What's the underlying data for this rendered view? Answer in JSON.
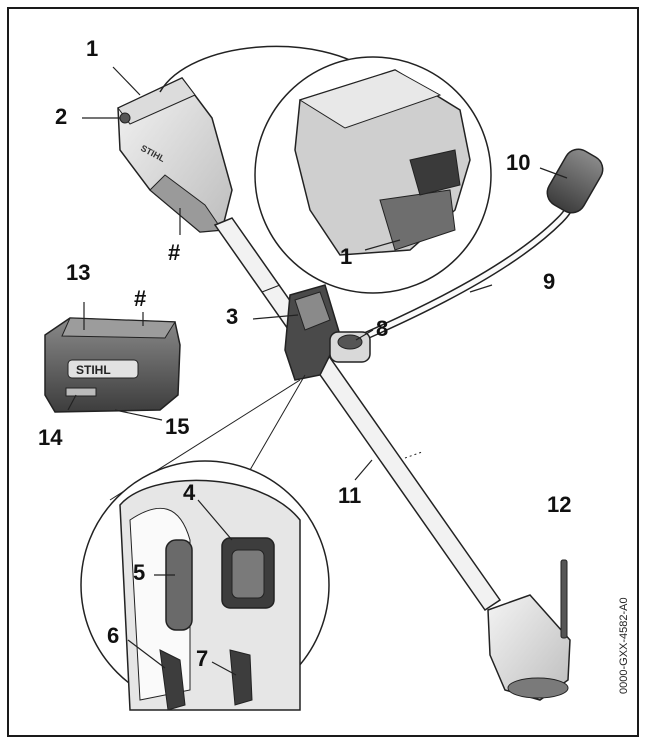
{
  "figure": {
    "callouts": [
      {
        "id": "1",
        "text": "1"
      },
      {
        "id": "1b",
        "text": "1"
      },
      {
        "id": "2",
        "text": "2"
      },
      {
        "id": "3",
        "text": "3"
      },
      {
        "id": "4",
        "text": "4"
      },
      {
        "id": "5",
        "text": "5"
      },
      {
        "id": "6",
        "text": "6"
      },
      {
        "id": "7",
        "text": "7"
      },
      {
        "id": "8",
        "text": "8"
      },
      {
        "id": "9",
        "text": "9"
      },
      {
        "id": "10",
        "text": "10"
      },
      {
        "id": "11",
        "text": "11"
      },
      {
        "id": "12",
        "text": "12"
      },
      {
        "id": "13",
        "text": "13"
      },
      {
        "id": "14",
        "text": "14"
      },
      {
        "id": "15",
        "text": "15"
      },
      {
        "id": "hash1",
        "text": "#"
      },
      {
        "id": "hash2",
        "text": "#"
      }
    ],
    "brand_text": "STIHL",
    "drawing_code": "0000-GXX-4582-A0"
  }
}
